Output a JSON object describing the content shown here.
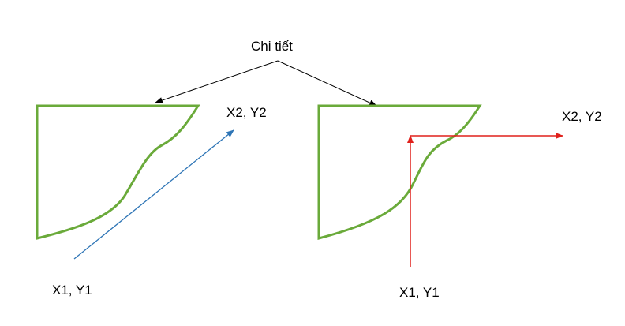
{
  "labels": {
    "title": "Chi tiết",
    "left_start": "X1, Y1",
    "left_end": "X2, Y2",
    "right_start": "X1, Y1",
    "right_end": "X2, Y2"
  },
  "colors": {
    "part_outline": "#6aaa3a",
    "blue_arrow": "#2e75b6",
    "red_path": "#e0201b",
    "pointer": "#000000"
  }
}
